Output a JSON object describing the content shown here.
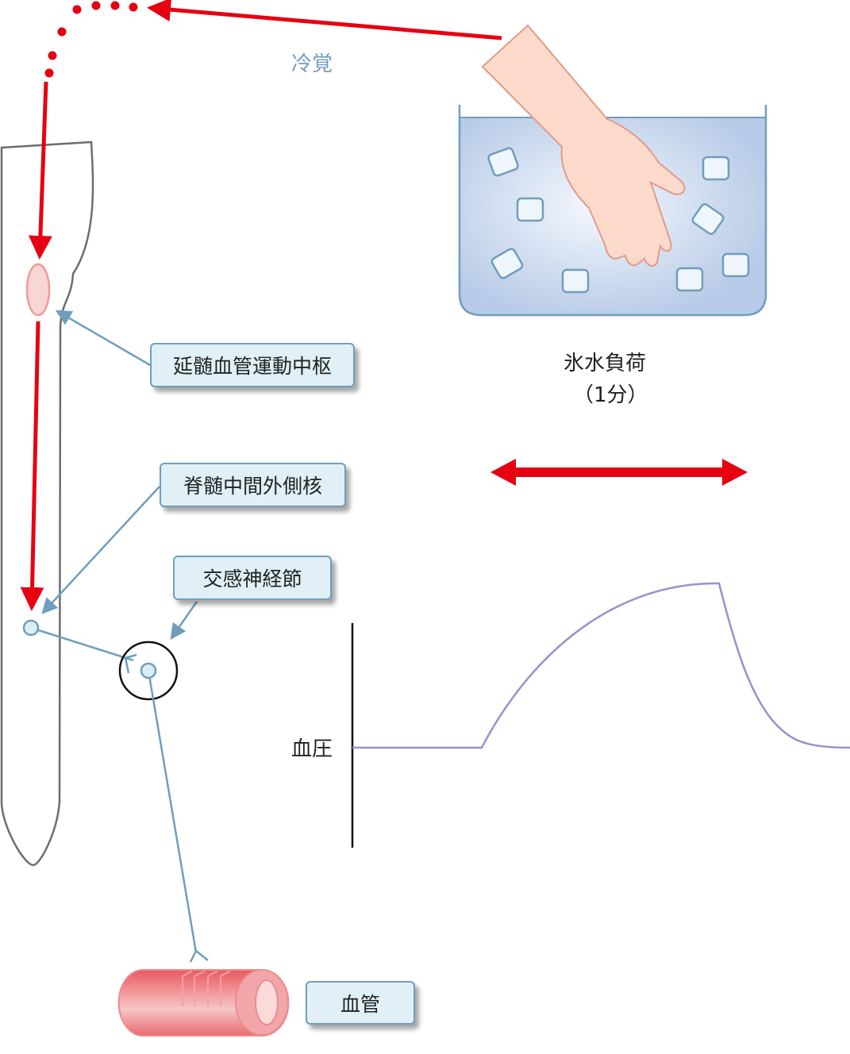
{
  "labels": {
    "cold_sensation": "冷覚",
    "medulla_center": "延髄血管運動中枢",
    "spinal_nucleus": "脊髄中間外側核",
    "sympathetic_ganglion": "交感神経節",
    "blood_vessel": "血管",
    "ice_water_load": "氷水負荷",
    "duration": "（1分）",
    "blood_pressure": "血圧"
  },
  "colors": {
    "pathway_red": "#e60012",
    "nerve_blue": "#6f9ebd",
    "bp_curve": "#9b8fcf",
    "water": "#b9cce8"
  }
}
